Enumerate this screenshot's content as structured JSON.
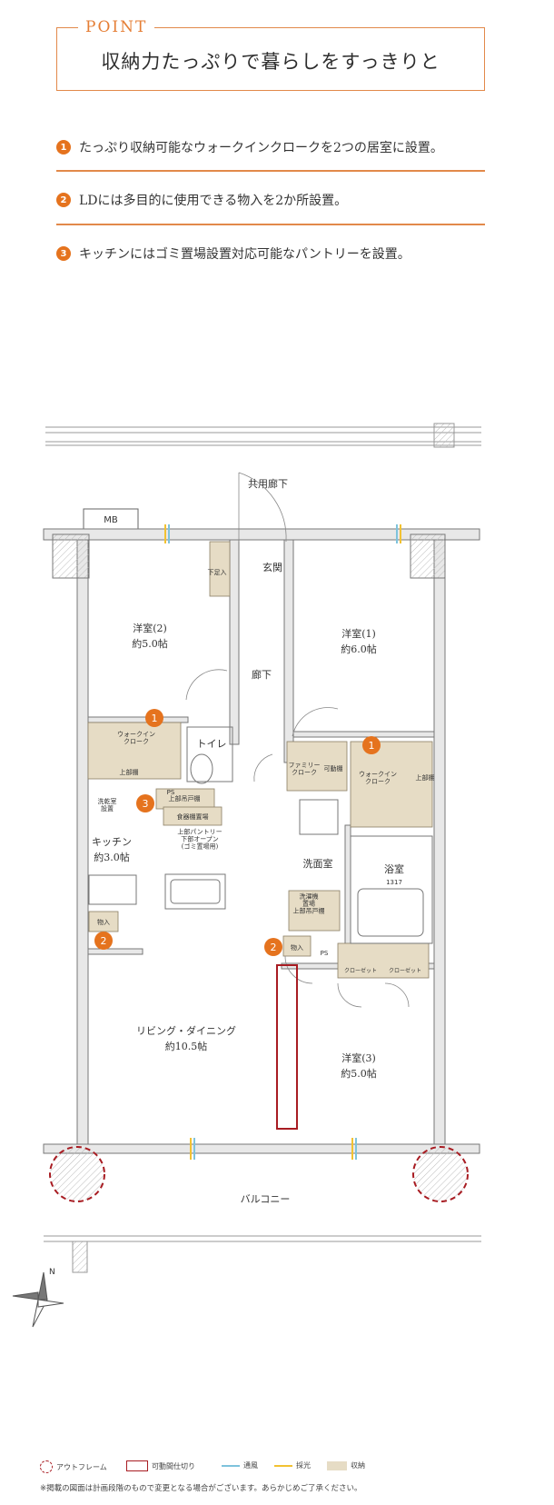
{
  "header": {
    "tag": "POINT",
    "title": "収納力たっぷりで暮らしをすっきりと"
  },
  "points": [
    {
      "num": "1",
      "text": "たっぷり収納可能なウォークインクロークを2つの居室に設置。"
    },
    {
      "num": "2",
      "text": "LDには多目的に使用できる物入を2か所設置。"
    },
    {
      "num": "3",
      "text": "キッチンにはゴミ置場設置対応可能なパントリーを設置。"
    }
  ],
  "plan": {
    "corridor": "共用廊下",
    "mb": "MB",
    "entrance": "玄関",
    "shoe_box": "下足入",
    "hallway": "廊下",
    "toilet": "トイレ",
    "balcony": "バルコニー",
    "room2": {
      "name": "洋室(2)",
      "size": "約5.0帖"
    },
    "room1": {
      "name": "洋室(1)",
      "size": "約6.0帖"
    },
    "room3": {
      "name": "洋室(3)",
      "size": "約5.0帖"
    },
    "kitchen": {
      "name": "キッチン",
      "size": "約3.0帖"
    },
    "living": {
      "name": "リビング・ダイニング",
      "size": "約10.5帖"
    },
    "washroom": "洗面室",
    "bath": {
      "name": "浴室",
      "size": "1317"
    },
    "wic_left": "ウォークイン\nクローク",
    "wic_right": "ウォークイン\nクローク",
    "upper_shelf": "上部棚",
    "family_cloak": "ファミリー\nクローク",
    "movable_shelf": "可動棚",
    "toilet_shelf": "上部吊戸棚",
    "dishwasher": "洗乾室\n設置",
    "ps": "PS",
    "food_storage": "食器棚置場",
    "pantry": "上部パントリー\n下部オープン\n(ゴミ置場用)",
    "storage_kitchen": "物入",
    "storage_wash": "物入",
    "washer": "洗濯機\n置場\n上部吊戸棚",
    "closet": "クローゼット",
    "markers": [
      "1",
      "1",
      "3",
      "2",
      "2"
    ]
  },
  "legend": {
    "outframe": "アウトフレーム",
    "movable": "可動間仕切り",
    "ventilation": "通風",
    "light": "採光",
    "storage": "収納"
  },
  "note": "※掲載の図面は計画段階のもので変更となる場合がございます。あらかじめご了承ください。",
  "colors": {
    "accent": "#e5731e",
    "storage_fill": "#e6dcc5",
    "movable_partition": "#a81c22",
    "ventilation": "#7ec3dc",
    "light": "#f2c232"
  }
}
